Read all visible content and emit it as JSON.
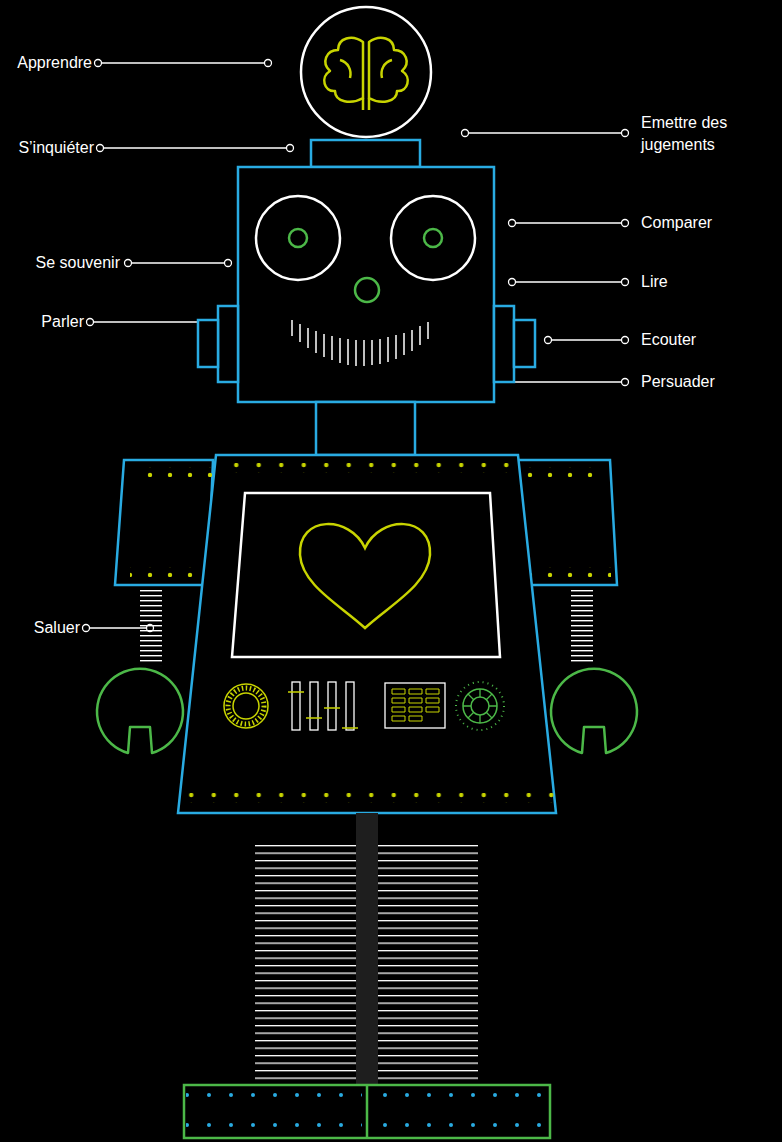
{
  "diagram": {
    "labels": [
      "Apprendre",
      "Emettre des jugements",
      "S’inquiéter",
      "Comparer",
      "Se souvenir",
      "Lire",
      "Parler",
      "Ecouter",
      "Persuader",
      "Saluer"
    ]
  }
}
